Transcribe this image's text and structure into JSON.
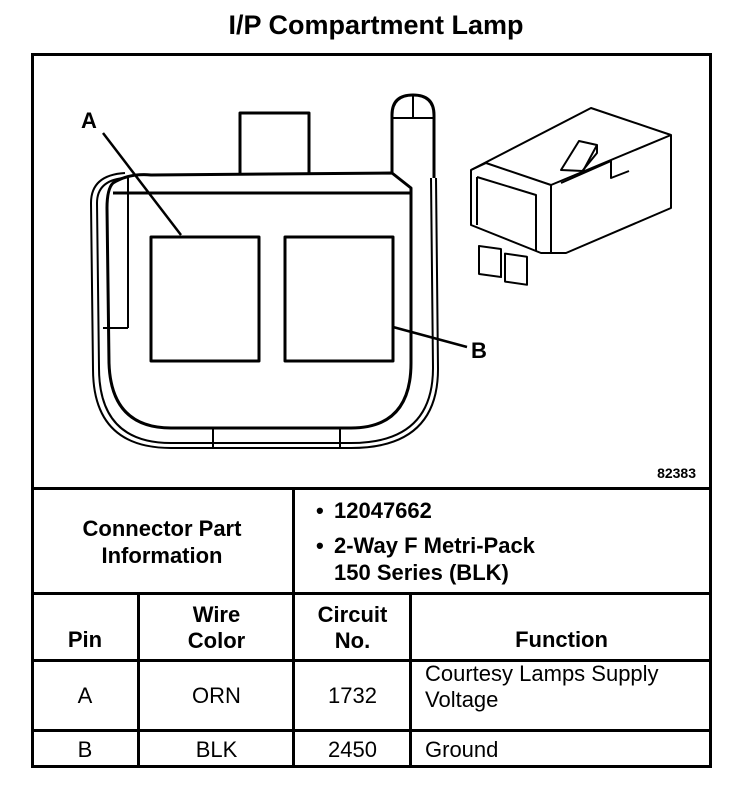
{
  "title": "I/P Compartment Lamp",
  "diagram": {
    "figure_id": "82383",
    "callouts": [
      "A",
      "B"
    ]
  },
  "connector_info": {
    "label_line1": "Connector Part",
    "label_line2": "Information",
    "items": [
      {
        "bullet": "•",
        "line1": "12047662",
        "line2": ""
      },
      {
        "bullet": "•",
        "line1": "2-Way F Metri-Pack",
        "line2": "150 Series (BLK)"
      }
    ]
  },
  "table": {
    "headers": {
      "pin": "Pin",
      "wire_color_line1": "Wire",
      "wire_color_line2": "Color",
      "circuit_line1": "Circuit",
      "circuit_line2": "No.",
      "function": "Function"
    },
    "rows": [
      {
        "pin": "A",
        "wire_color": "ORN",
        "circuit": "1732",
        "function_line1": "Courtesy Lamps Supply",
        "function_line2": "Voltage"
      },
      {
        "pin": "B",
        "wire_color": "BLK",
        "circuit": "2450",
        "function_line1": "Ground",
        "function_line2": ""
      }
    ]
  }
}
